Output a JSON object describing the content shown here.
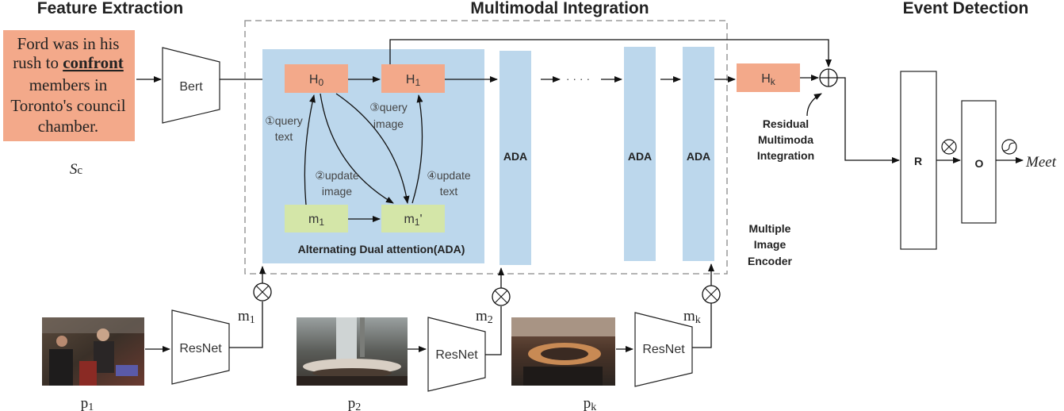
{
  "sections": {
    "feature_extraction": "Feature Extraction",
    "multimodal_integration": "Multimodal Integration",
    "event_detection": "Event Detection"
  },
  "sentence": {
    "line1": "Ford was in his",
    "line2a": "rush to ",
    "line2b": "confront",
    "line3": "members in",
    "line4": "Toronto's council",
    "line5": "chamber.",
    "label_main": "S",
    "label_sub": "c"
  },
  "encoders": {
    "bert": "Bert",
    "resnet": "ResNet"
  },
  "ada_block": {
    "h0": "H",
    "h0_sub": "0",
    "h1": "H",
    "h1_sub": "1",
    "m1": "m",
    "m1_sub": "1",
    "m1p": "m",
    "m1p_sub": "1",
    "m1p_prime": "'",
    "step1a": "①query",
    "step1b": "text",
    "step2a": "②update",
    "step2b": "image",
    "step3a": "③query",
    "step3b": "image",
    "step4a": "④update",
    "step4b": "text",
    "caption": "Alternating Dual attention(ADA)"
  },
  "ada_bar_label": "ADA",
  "dots": "· · · ·",
  "hk": "H",
  "hk_sub": "k",
  "residual": {
    "line1": "Residual",
    "line2": "Multimoda",
    "line3": "Integration"
  },
  "multi_image": {
    "line1": "Multiple",
    "line2": "Image",
    "line3": "Encoder"
  },
  "event": {
    "r": "R",
    "o": "O",
    "output": "Meet"
  },
  "images": [
    {
      "label": "p",
      "sub": "1",
      "m_label": "m",
      "m_sub": "1"
    },
    {
      "label": "p",
      "sub": "2",
      "m_label": "m",
      "m_sub": "2"
    },
    {
      "label": "p",
      "sub": "k",
      "m_label": "m",
      "m_sub": "k"
    }
  ],
  "colors": {
    "orange": "#f3a98a",
    "green": "#d4e6a8",
    "blue": "#bcd7ec",
    "sentence_bg": "#f3a98a"
  }
}
